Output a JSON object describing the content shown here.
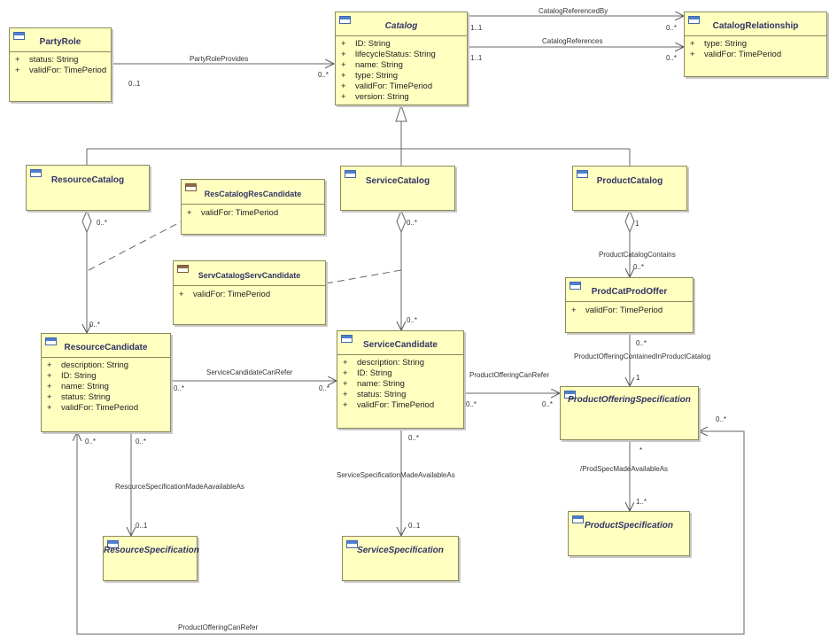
{
  "classes": {
    "catalog": {
      "name": "Catalog",
      "attributes": [
        "ID: String",
        "lifecycleStatus: String",
        "name: String",
        "type: String",
        "validFor: TimePeriod",
        "version: String"
      ]
    },
    "party_role": {
      "name": "PartyRole",
      "attributes": [
        "status: String",
        "validFor: TimePeriod"
      ]
    },
    "catalog_relationship": {
      "name": "CatalogRelationship",
      "attributes": [
        "type: String",
        "validFor: TimePeriod"
      ]
    },
    "resource_catalog": {
      "name": "ResourceCatalog"
    },
    "service_catalog": {
      "name": "ServiceCatalog"
    },
    "product_catalog": {
      "name": "ProductCatalog"
    },
    "res_catalog_res_candidate": {
      "name": "ResCatalogResCandidate",
      "attributes": [
        "validFor: TimePeriod"
      ]
    },
    "serv_catalog_serv_candidate": {
      "name": "ServCatalogServCandidate",
      "attributes": [
        "validFor: TimePeriod"
      ]
    },
    "prod_cat_prod_offer": {
      "name": "ProdCatProdOffer",
      "attributes": [
        "validFor: TimePeriod"
      ]
    },
    "resource_candidate": {
      "name": "ResourceCandidate",
      "attributes": [
        "description: String",
        "ID: String",
        "name: String",
        "status: String",
        "validFor: TimePeriod"
      ]
    },
    "service_candidate": {
      "name": "ServiceCandidate",
      "attributes": [
        "description: String",
        "ID: String",
        "name: String",
        "status: String",
        "validFor: TimePeriod"
      ]
    },
    "product_offering_specification": {
      "name": "ProductOfferingSpecification"
    },
    "resource_specification": {
      "name": "ResourceSpecification"
    },
    "service_specification": {
      "name": "ServiceSpecification"
    },
    "product_specification": {
      "name": "ProductSpecification"
    }
  },
  "attribute_prefix": "+",
  "associations": {
    "catalog_referenced_by": {
      "name": "CatalogReferencedBy",
      "m1": "1..1",
      "m2": "0..*"
    },
    "catalog_references": {
      "name": "CatalogReferences",
      "m1": "1..1",
      "m2": "0..*"
    },
    "party_role_provides": {
      "name": "PartyRoleProvides",
      "m1": "0..1",
      "m2": "0..*"
    },
    "res_cat_agg": {
      "m": "0..*"
    },
    "res_cand_end": {
      "m": "0..*"
    },
    "serv_cat_agg": {
      "m": "0..*"
    },
    "serv_cand_end": {
      "m": "0..*"
    },
    "product_catalog_contains": {
      "name": "ProductCatalogContains",
      "m1": "1",
      "m2": "0..*"
    },
    "product_offering_contained": {
      "name": "ProductOfferingContainedInProductCatalog",
      "m1": "0..*",
      "m2": "1"
    },
    "service_candidate_can_refer": {
      "name": "ServiceCandidateCanRefer",
      "m1": "0..*",
      "m2": "0..*"
    },
    "product_offering_can_refer_svc": {
      "name": "ProductOfferingCanRefer",
      "m1": "0..*",
      "m2": "0..*"
    },
    "resource_spec_made_available": {
      "name": "ResourceSpecificationMadeAavailableAs",
      "m1": "0..*",
      "m2": "0..1"
    },
    "service_spec_made_available": {
      "name": "ServiceSpecificationMadeAvailableAs",
      "m1": "0..*",
      "m2": "0..1"
    },
    "prod_spec_made_available": {
      "name": "/ProdSpecMadeAvailableAs",
      "m1": "*",
      "m2": "1..*"
    },
    "product_offering_can_refer_res": {
      "name": "ProductOfferingCanRefer",
      "m1": "0..*",
      "m2": "0..*"
    }
  }
}
